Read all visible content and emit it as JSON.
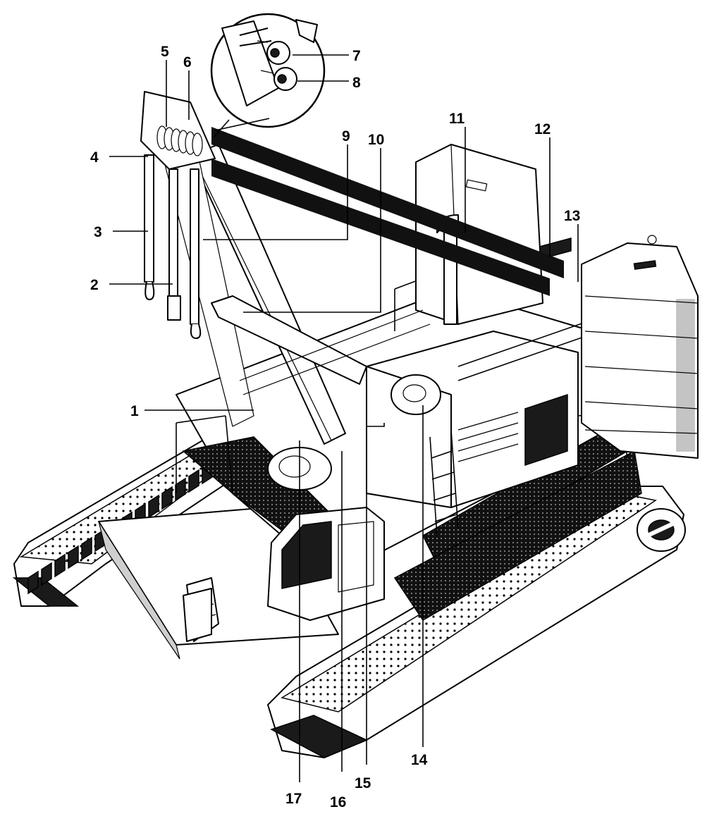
{
  "diagram": {
    "callouts": [
      "1",
      "2",
      "3",
      "4",
      "5",
      "6",
      "7",
      "8",
      "9",
      "10",
      "11",
      "12",
      "13",
      "14",
      "15",
      "16",
      "17"
    ],
    "colors": {
      "ink": "#000000",
      "paper": "#ffffff",
      "shade": "#cfcfcf"
    }
  }
}
